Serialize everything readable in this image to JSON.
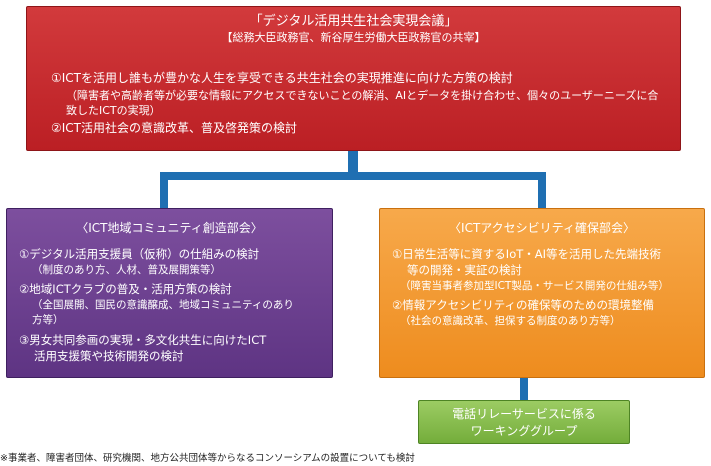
{
  "top_box": {
    "title": "「デジタル活用共生社会実現会議」",
    "subtitle": "【総務大臣政務官、新谷厚生労働大臣政務官の共宰】",
    "item1": "①ICTを活用し誰もが豊かな人生を享受できる共生社会の実現推進に向けた方策の検討",
    "item1_detail": "（障害者や高齢者等が必要な情報にアクセスできないことの解消、AIとデータを掛け合わせ、個々のユーザーニーズに合致したICTの実現）",
    "item2": "②ICT活用社会の意識改革、普及啓発策の検討"
  },
  "left_box": {
    "title": "〈ICT地域コミュニティ創造部会〉",
    "item1": "①デジタル活用支援員（仮称）の仕組みの検討",
    "item1_detail": "（制度のあり方、人材、普及展開策等）",
    "item2": "②地域ICTクラブの普及・活用方策の検討",
    "item2_detail_line1": "（全国展開、国民の意識醸成、地域コミュニティのあり",
    "item2_detail_line2": "方等）",
    "item3_line1": "③男女共同参画の実現・多文化共生に向けたICT",
    "item3_line2": "活用支援策や技術開発の検討"
  },
  "right_box": {
    "title": "〈ICTアクセシビリティ確保部会〉",
    "item1_line1": "①日常生活等に資するIoT・AI等を活用した先端技術",
    "item1_line2": "等の開発・実証の検討",
    "item1_detail": "（障害当事者参加型ICT製品・サービス開発の仕組み等）",
    "item2": "②情報アクセシビリティの確保等のための環境整備",
    "item2_detail": "（社会の意識改革、担保する制度のあり方等）"
  },
  "bottom_box": {
    "line1": "電話リレーサービスに係る",
    "line2": "ワーキンググループ"
  },
  "footnote": "※事業者、障害者団体、研究機関、地方公共団体等からなるコンソーシアムの設置についても検討",
  "colors": {
    "top": "#c0272d",
    "left": "#6a3d8f",
    "right": "#f29a30",
    "bottom": "#86bb4c",
    "connector": "#1f6fb2"
  }
}
